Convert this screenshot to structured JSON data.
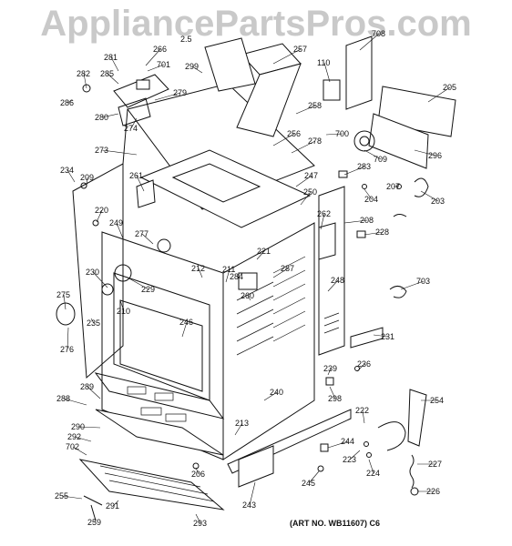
{
  "watermark": "AppliancePartsPros.com",
  "art_number": "(ART NO. WB11607) C6",
  "labels": [
    "266",
    "281",
    "701",
    "2.5",
    "257",
    "708",
    "110",
    "205",
    "299",
    "282",
    "285",
    "279",
    "286",
    "280",
    "274",
    "258",
    "700",
    "256",
    "278",
    "709",
    "296",
    "273",
    "283",
    "234",
    "209",
    "261",
    "247",
    "250",
    "204",
    "207",
    "203",
    "220",
    "262",
    "208",
    "228",
    "249",
    "277",
    "221",
    "212",
    "211",
    "284",
    "287",
    "248",
    "230",
    "229",
    "703",
    "275",
    "260",
    "210",
    "246",
    "235",
    "231",
    "276",
    "239",
    "236",
    "289",
    "240",
    "298",
    "254",
    "288",
    "222",
    "290",
    "213",
    "292",
    "702",
    "244",
    "223",
    "224",
    "206",
    "227",
    "245",
    "255",
    "291",
    "243",
    "226",
    "259",
    "293"
  ]
}
